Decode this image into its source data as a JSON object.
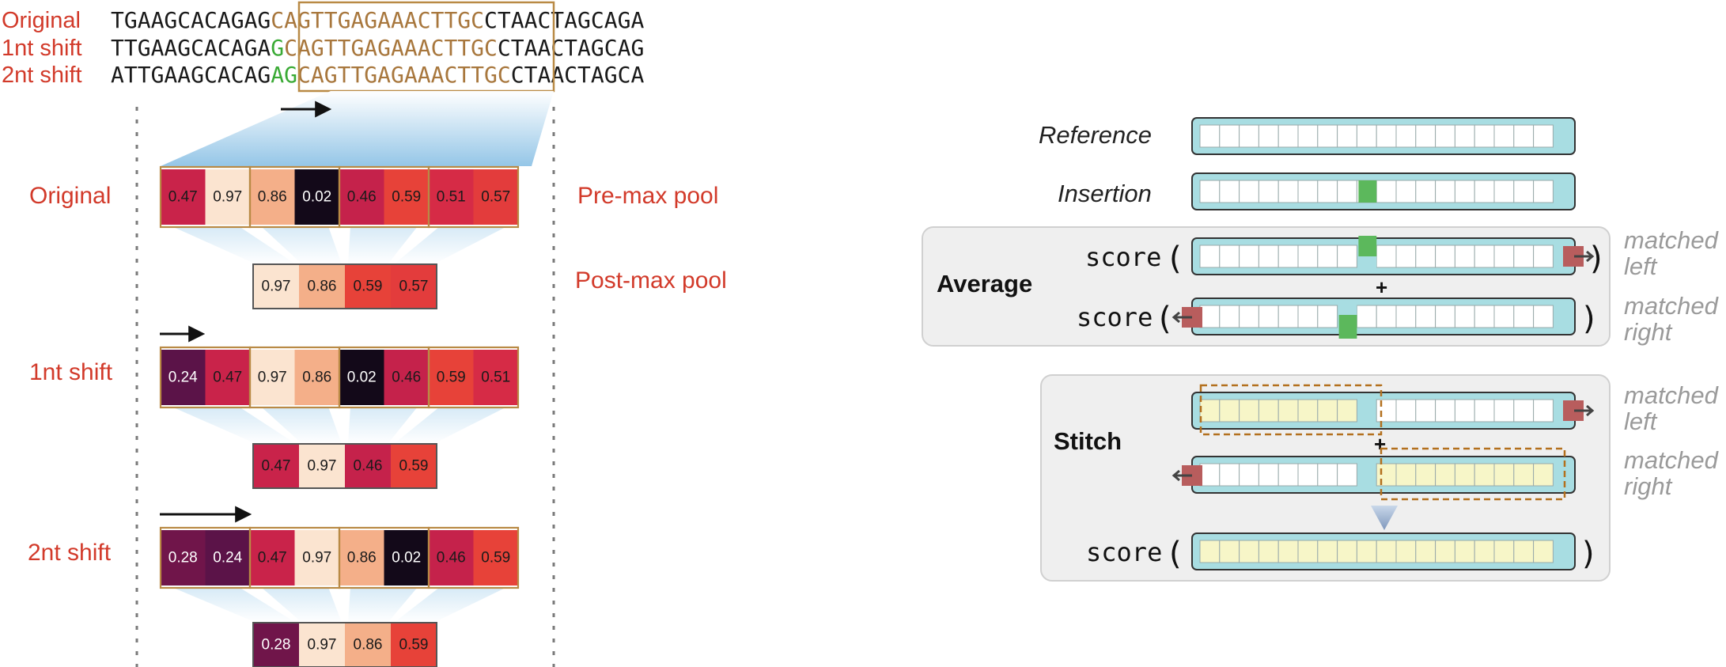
{
  "colors": {
    "label_red": "#d23a2a",
    "window_brown": "#a8773d",
    "shift_green": "#3aaa35",
    "seq_black": "#1a1a1a",
    "box_border": "#b98a45",
    "track_teal": "#a8dde2",
    "insert_green": "#5cb85c",
    "matched_red": "#b85d5d",
    "stitch_yellow": "#f7f6c8",
    "panel_gray": "#efefef"
  },
  "sequences": [
    {
      "label": "Original",
      "pre": "TGAAGCACAGAG",
      "green": "",
      "window": "CAGTTGAGAAACTTGC",
      "gwin_end": "",
      "post": "CTAACTAGCAGA"
    },
    {
      "label": "1nt shift",
      "pre": "TTGAAGCACAGA",
      "green": "G",
      "window": "CAGTTGAGAAACTTG",
      "gwin_end": "C",
      "post": "CTAACTAGCAG"
    },
    {
      "label": "2nt shift",
      "pre": "ATTGAAGCACAG",
      "green": "AG",
      "window": "CAGTTGAGAAACTT",
      "gwin_end": "GC",
      "post": "CTAACTAGCA"
    }
  ],
  "pool_labels": {
    "pre": "Pre-max pool",
    "post": "Post-max pool"
  },
  "rows": [
    {
      "label": "Original",
      "pre": [
        0.47,
        0.97,
        0.86,
        0.02,
        0.46,
        0.59,
        0.51,
        0.57
      ],
      "post": [
        0.97,
        0.86,
        0.59,
        0.57
      ]
    },
    {
      "label": "1nt shift",
      "pre": [
        0.24,
        0.47,
        0.97,
        0.86,
        0.02,
        0.46,
        0.59,
        0.51
      ],
      "post": [
        0.47,
        0.97,
        0.46,
        0.59
      ]
    },
    {
      "label": "2nt shift",
      "pre": [
        0.28,
        0.24,
        0.47,
        0.97,
        0.86,
        0.02,
        0.46,
        0.59
      ],
      "post": [
        0.28,
        0.97,
        0.86,
        0.59
      ]
    }
  ],
  "right": {
    "reference": "Reference",
    "insertion": "Insertion",
    "average": "Average",
    "stitch": "Stitch",
    "score": "score",
    "open_paren": "(",
    "close_paren": ")",
    "plus": "+",
    "matched_left": [
      "matched",
      "left"
    ],
    "matched_right": [
      "matched",
      "right"
    ]
  }
}
